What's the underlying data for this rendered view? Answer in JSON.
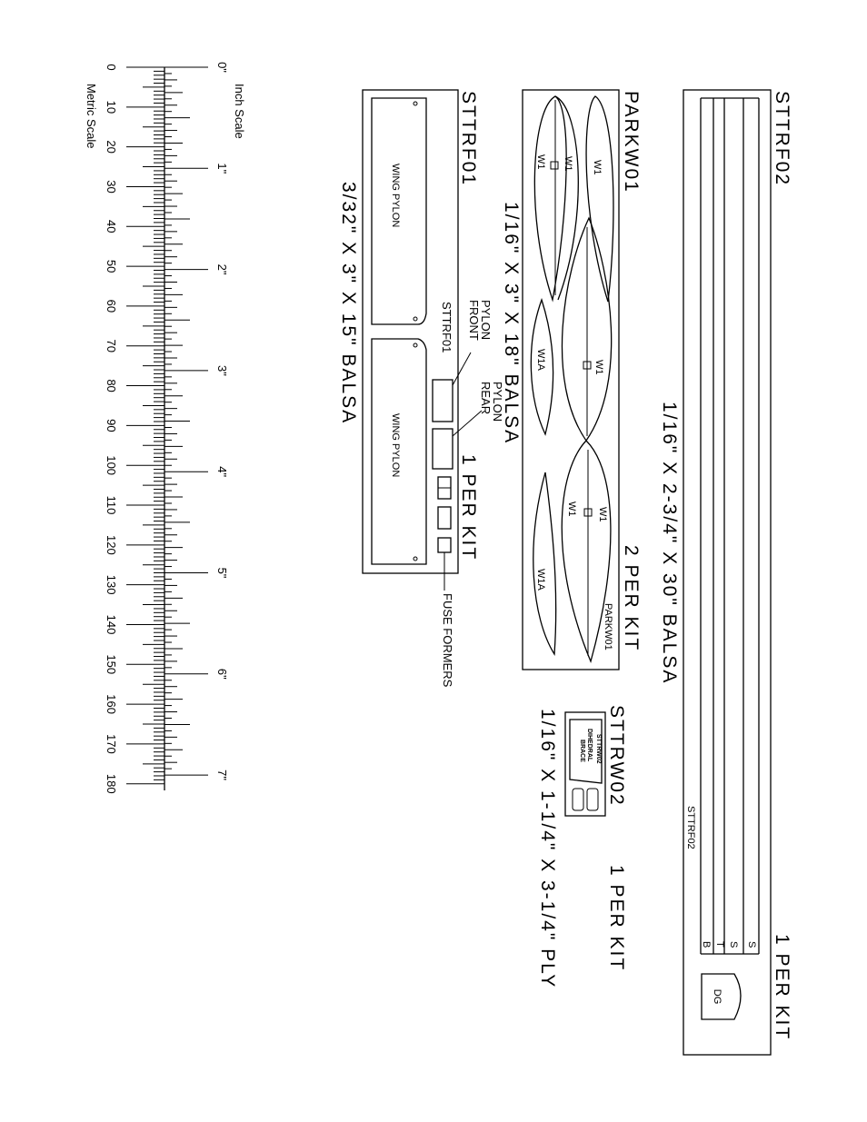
{
  "sheet_stripwood": {
    "part_no": "STTRF02",
    "qty": "1 PER KIT",
    "material": "1/16\" X 2-3/4\" X 30\" BALSA",
    "inner_label": "STTRF02",
    "strip_labels": [
      "S",
      "S",
      "T",
      "B"
    ],
    "gauge_label": "DG"
  },
  "sheet_wings": {
    "part_no": "PARKW01",
    "qty": "2 PER KIT",
    "material": "1/16\" X 3\" X 18\" BALSA",
    "inner_label": "PARKW01",
    "rib_labels": [
      "W1",
      "W1",
      "W1A",
      "W1",
      "W1",
      "W1A",
      "W1",
      "W1"
    ]
  },
  "sheet_fuse": {
    "part_no": "STTRF01",
    "qty": "1 PER KIT",
    "material": "3/32\" X 3\" X 15\" BALSA",
    "inner_label": "STTRF01",
    "pylon_label": "WING PYLON",
    "pylon_front": [
      "PYLON",
      "FRONT"
    ],
    "pylon_rear": [
      "PYLON",
      "REAR"
    ],
    "fuse_formers": "FUSE FORMERS"
  },
  "sheet_ply": {
    "part_no": "STTRW02",
    "qty": "1 PER KIT",
    "material": "1/16\" X 1-1/4\" X 3-1/4\" PLY",
    "inner_code": "STTRW02",
    "brace": [
      "DIHEDRAL",
      "BRACE"
    ]
  },
  "scale": {
    "inch_title": "Inch Scale",
    "metric_title": "Metric Scale",
    "inch_labels": [
      "0\"",
      "1\"",
      "2\"",
      "3\"",
      "4\"",
      "5\"",
      "6\"",
      "7\""
    ],
    "metric_labels": [
      "0",
      "10",
      "20",
      "30",
      "40",
      "50",
      "60",
      "70",
      "80",
      "90",
      "100",
      "110",
      "120",
      "130",
      "140",
      "150",
      "160",
      "170",
      "180"
    ]
  }
}
